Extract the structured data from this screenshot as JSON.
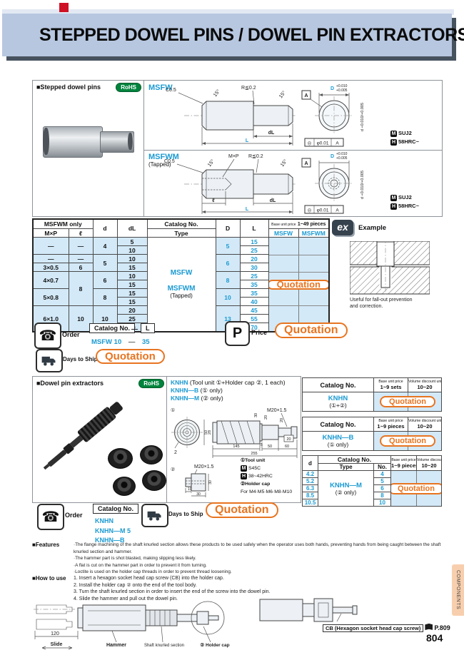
{
  "labels": {
    "order": "Order",
    "price": "Price",
    "days_to_ship": "Days to Ship",
    "catalog_no": "Catalog No.",
    "quotation": "Quotation",
    "rohs": "RoHS",
    "example": "Example",
    "ex_logo": "ex"
  },
  "header": {
    "title": "STEPPED DOWEL PINS / DOWEL PIN EXTRACTORS"
  },
  "page": {
    "number": "804",
    "side_tab": "COMPONENTS"
  },
  "stepped": {
    "section_label": "■Stepped dowel pins",
    "msfw_code": "MSFW",
    "msfwm_code": "MSFWM",
    "msfwm_sub": "(Tapped)",
    "dims": {
      "c05": "C0.5",
      "deg15": "15°",
      "r02": "R≦0.2",
      "dL": "dL",
      "L": "L",
      "mxp": "M×P",
      "ell": "ℓ",
      "D": "D",
      "tol1": "+0.010",
      "tol2": "+0.005",
      "d_tol": "d +0.010/+0.005",
      "datum": "A",
      "conc_sym": "◎",
      "conc_val": "φ0.01",
      "conc_datum": "A"
    },
    "material": {
      "m": "M",
      "m_val": "SUJ2",
      "h": "H",
      "h_val": "58HRC~"
    }
  },
  "main_table": {
    "h_group": "MSFWM only",
    "h_mxp": "M×P",
    "h_ell": "ℓ",
    "h_d": "d",
    "h_dL": "dL",
    "h_catalog": "Catalog No.",
    "h_type": "Type",
    "h_D": "D",
    "h_L": "L",
    "h_price1": "Base unit price",
    "h_price2": "1~49 pieces",
    "h_msfw": "MSFW",
    "h_msfwm": "MSFWM",
    "type_1": "MSFW",
    "type_2": "MSFWM",
    "type_3": "(Tapped)",
    "rows": [
      {
        "mxp": "—",
        "ell": "—",
        "d": "4",
        "dL": "5",
        "D": "5",
        "L": "15"
      },
      {
        "dL": "10",
        "L": "25"
      },
      {
        "mxp": "—",
        "ell": "—",
        "d": "5",
        "dL": "10",
        "D": "6",
        "L": "20"
      },
      {
        "mxp": "3×0.5",
        "ell": "6",
        "dL": "15",
        "L": "30"
      },
      {
        "mxp": "4×0.7",
        "ell": "8",
        "d": "6",
        "dL": "10",
        "D": "8",
        "L": "25"
      },
      {
        "dL": "15",
        "L": "35"
      },
      {
        "mxp": "5×0.8",
        "d": "8",
        "dL": "15",
        "D": "10",
        "L": "35"
      },
      {
        "dL": "15",
        "L": "40"
      },
      {
        "mxp": "6×1.0",
        "ell": "10",
        "d": "10",
        "dL": "20",
        "D": "13",
        "L": "45"
      },
      {
        "dL": "25",
        "L": "55"
      },
      {
        "dL": "30",
        "L": "70"
      }
    ]
  },
  "example": {
    "caption_1": "Useful for fall-out prevention",
    "caption_2": "and correction."
  },
  "order1": {
    "dash": "—",
    "l_box": "L",
    "sample_code": "MSFW 10",
    "sample_dash": "—",
    "sample_len": "35"
  },
  "extractor": {
    "section_label": "■Dowel pin extractors",
    "line1_code": "KNHN",
    "line1_rest": " (Tool unit ①+Holder cap ②, 1 each)",
    "line2_code": "KNHN—B",
    "line2_rest": " (① only)",
    "line3_code": "KNHN—M",
    "line3_rest": " (② only)",
    "marks": {
      "c1": "①",
      "c2": "②"
    },
    "dims": {
      "m20": "M20×1.5",
      "d2": "2",
      "d50": "50",
      "d28": "28",
      "d30": "30",
      "d20a": "20",
      "d20b": "20",
      "d145": "145",
      "d5": "5",
      "d50b": "50",
      "d60": "60",
      "d255": "255",
      "d20box": "20",
      "c10": "10",
      "c30": "30",
      "c30b": "30"
    },
    "notes": {
      "n1": "①Tool unit",
      "m": "M",
      "m_val": "S45C",
      "h": "H",
      "h_val": "38~42HRC",
      "n2": "②Holder cap",
      "for_sizes": "For M4·M5·M6·M8·M10"
    }
  },
  "knhn_tables": {
    "t1": {
      "p1a": "Base unit price",
      "p1b": "1~9 sets",
      "p2a": "Volume discount unit price",
      "p2b": "10~20",
      "code": "KNHN",
      "sub": "(①+②)"
    },
    "t2": {
      "p1a": "Base unit price",
      "p1b": "1~9 pieces",
      "p2a": "Volume discount unit price",
      "p2b": "10~20",
      "code": "KNHN—B",
      "sub": "(① only)"
    },
    "t3": {
      "h_d": "d",
      "h_type": "Type",
      "h_no": "No.",
      "p1a": "Base unit price",
      "p1b": "1~9 pieces",
      "p2a": "Volume discount unit price",
      "p2b": "10~20",
      "code": "KNHN—M",
      "sub": "(② only)",
      "rows": [
        {
          "d": "4.2",
          "no": "4"
        },
        {
          "d": "5.2",
          "no": "5"
        },
        {
          "d": "6.3",
          "no": "6"
        },
        {
          "d": "8.5",
          "no": "8"
        },
        {
          "d": "10.5",
          "no": "10"
        }
      ]
    }
  },
  "order2": {
    "codes": [
      "KNHN",
      "KNHN—M 5",
      "KNHN—B"
    ]
  },
  "features": {
    "label": "■Features",
    "items": [
      "·The flange machining of the shaft knurled section allows these products to be used safely when the operator uses both hands, preventing hands from being caught between the shaft knurled section and hammer.",
      "·The hammer part is shot blasted, making slipping less likely.",
      "·A flat is cut on the hammer part in order to prevent it from turning.",
      "·Loctite is used on the holder cap threads in order to prevent thread loosening."
    ]
  },
  "howto": {
    "label": "■How to use",
    "items": [
      "1. Insert a hexagon socket head cap screw (CB) into the holder cap.",
      "2. Install the holder cap ② onto the end of the tool body.",
      "3. Turn the shaft knurled section in order to insert the end of the screw into the dowel pin.",
      "4. Slide the hammer and pull out the dowel pin."
    ]
  },
  "bottom": {
    "dim120": "120",
    "slide": "Slide",
    "hammer": "Hammer",
    "knurl": "Shaft knurled section",
    "holder": "② Holder cap",
    "cb": "CB (Hexagon socket head cap screw)",
    "pref": "P.809"
  },
  "colors": {
    "accent_blue": "#1a9ad2",
    "quote_orange": "#e87420",
    "rohs_green": "#00843d",
    "header_band": "#b7c7e0",
    "cell_blue": "#d3e9f8",
    "tab_salmon": "#f8cfae"
  }
}
